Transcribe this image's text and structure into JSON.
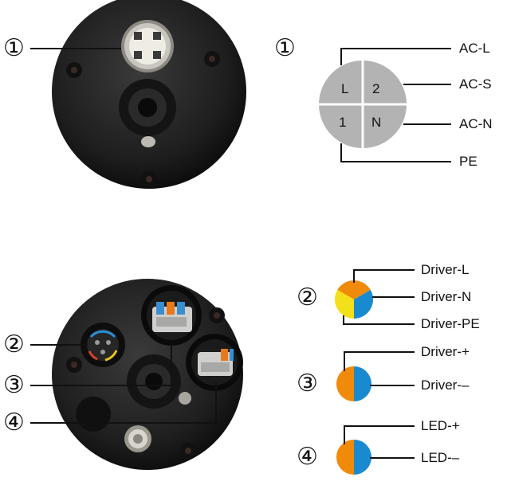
{
  "markers": {
    "m1": "①",
    "m2": "②",
    "m3": "③",
    "m4": "④"
  },
  "connector_1": {
    "quadrants": [
      "L",
      "2",
      "1",
      "N"
    ],
    "wires": [
      "AC-L",
      "AC-S",
      "AC-N",
      "PE"
    ]
  },
  "connector_2": {
    "wires": [
      "Driver-L",
      "Driver-N",
      "Driver-PE"
    ],
    "colors": [
      "#f08a0a",
      "#1a8ad0",
      "#f3e01a"
    ]
  },
  "connector_3": {
    "wires": [
      "Driver-+",
      "Driver-–"
    ],
    "colors": [
      "#f08a0a",
      "#1a8ad0"
    ]
  },
  "connector_4": {
    "wires": [
      "LED-+",
      "LED-–"
    ],
    "colors": [
      "#f08a0a",
      "#1a8ad0"
    ]
  }
}
